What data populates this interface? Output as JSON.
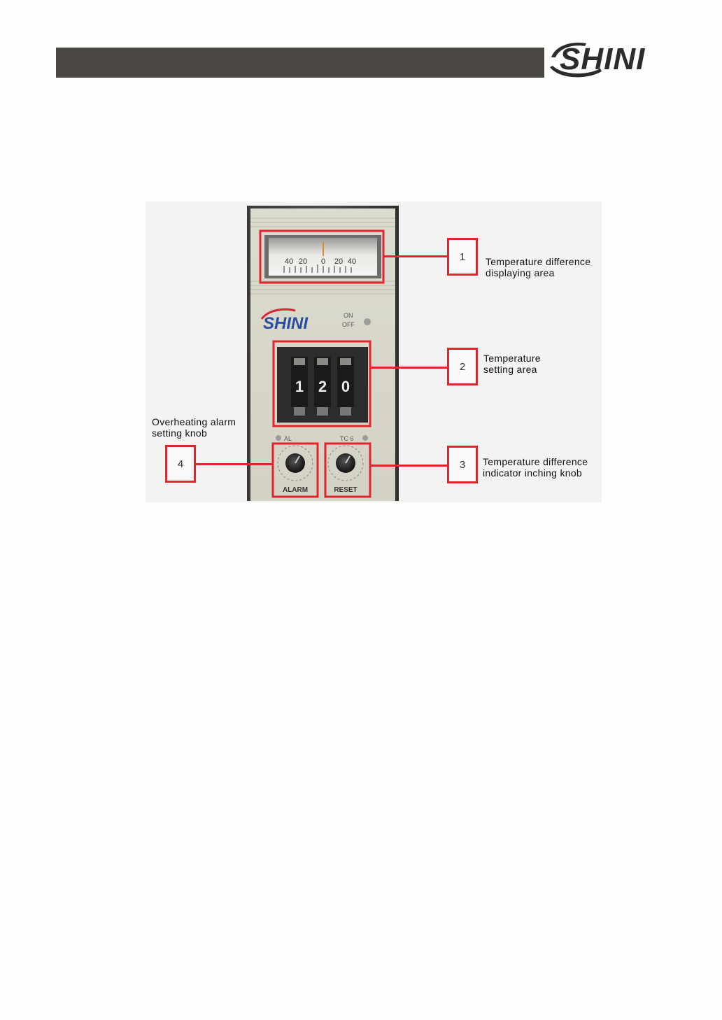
{
  "header": {
    "logo_text": "SHINI"
  },
  "panel": {
    "meter_scale": [
      "40",
      "20",
      "0",
      "20",
      "40"
    ],
    "brand_text": "SHINI",
    "on_label": "ON",
    "off_label": "OFF",
    "digits": [
      "1",
      "2",
      "0"
    ],
    "al_label": "AL",
    "tc_label": "TC 6",
    "alarm_label": "ALARM",
    "reset_label": "RESET"
  },
  "callouts": [
    {
      "number": "1",
      "line1": "Temperature difference",
      "line2": "displaying area"
    },
    {
      "number": "2",
      "line1": "Temperature",
      "line2": "setting area"
    },
    {
      "number": "3",
      "line1": "Temperature difference",
      "line2": "indicator inching knob"
    },
    {
      "number": "4",
      "line1": "Overheating alarm",
      "line2": "setting knob"
    }
  ],
  "colors": {
    "header_bar": "#4a4644",
    "callout_red": "#e0262c",
    "logo_blue": "#2a74c4",
    "logo_red": "#d8262e"
  }
}
